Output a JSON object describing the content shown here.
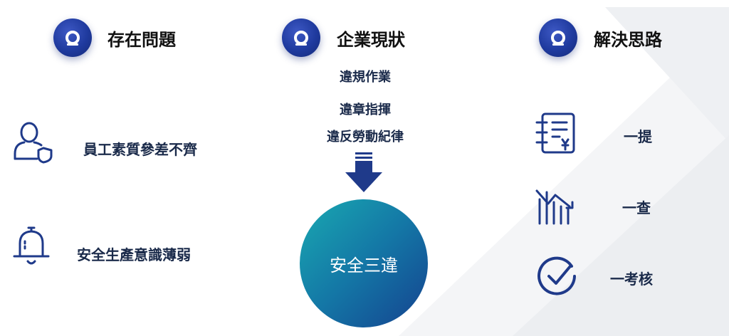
{
  "headers": [
    {
      "title": "存在問題"
    },
    {
      "title": "企業現狀"
    },
    {
      "title": "解決思路"
    }
  ],
  "problems": [
    {
      "text": "員工素質參差不齊",
      "icon": "user-shield-icon"
    },
    {
      "text": "安全生產意識薄弱",
      "icon": "bell-icon"
    }
  ],
  "status": {
    "items": [
      "違規作業",
      "違章指揮",
      "違反勞動紀律"
    ],
    "result": "安全三違"
  },
  "solutions": [
    {
      "text": "一提",
      "icon": "document-yen-icon"
    },
    {
      "text": "一查",
      "icon": "bar-chart-icon"
    },
    {
      "text": "一考核",
      "icon": "check-circle-icon"
    }
  ],
  "colors": {
    "accent": "#1f3a9e",
    "icon_blue": "#1f3a8a",
    "circle_start": "#19a9b1",
    "circle_end": "#15428f"
  }
}
